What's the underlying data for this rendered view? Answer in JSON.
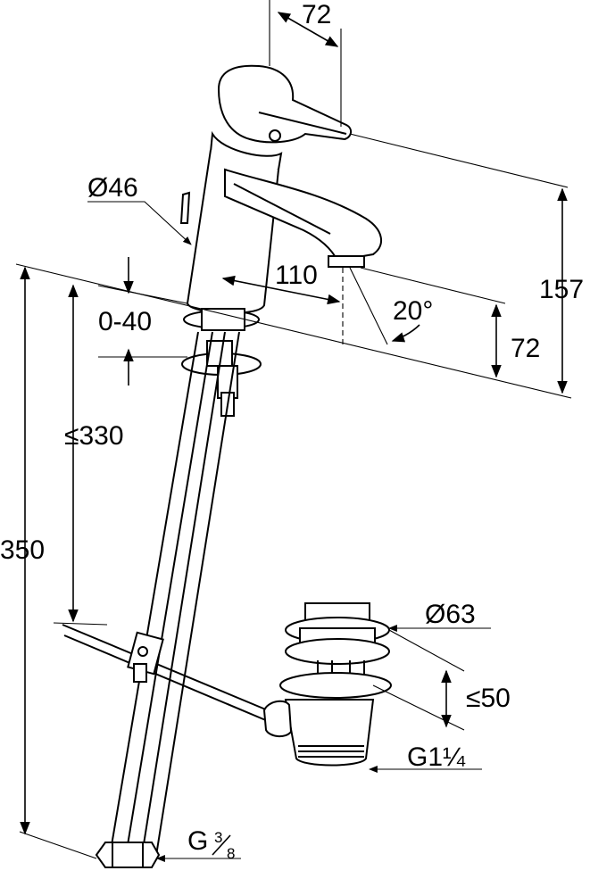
{
  "drawing": {
    "dimensions": {
      "lever_width": "72",
      "body_diameter": "Ø46",
      "spout_reach": "110",
      "total_height": "157",
      "spout_angle": "20°",
      "spout_height": "72",
      "deck_thickness": "0-40",
      "hose_length": "≤330",
      "overall_length": "350",
      "waste_diameter": "Ø63",
      "waste_stroke": "≤50",
      "waste_thread": "G1¼",
      "hose_thread_prefix": "G",
      "hose_thread_num": "3",
      "hose_thread_den": "8"
    },
    "colors": {
      "ink": "#000000",
      "paper": "#ffffff"
    }
  }
}
